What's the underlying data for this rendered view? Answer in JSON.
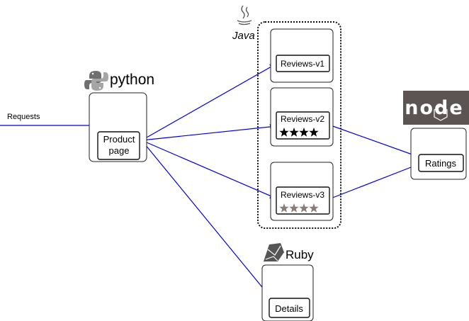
{
  "labels": {
    "requests": "Requests",
    "product_page_line1": "Product",
    "product_page_line2": "page",
    "reviews_v1": "Reviews-v1",
    "reviews_v2": "Reviews-v2",
    "reviews_v3": "Reviews-v3",
    "ratings": "Ratings",
    "details": "Details"
  },
  "logos": {
    "python": "python",
    "java": "Java",
    "ruby": "Ruby",
    "node": "node"
  },
  "stars": {
    "reviews_v2": {
      "count": 4,
      "color": "#000000"
    },
    "reviews_v3": {
      "count": 4,
      "color": "#8a7c78"
    }
  },
  "colors": {
    "arrow": "#0000dd",
    "box_border": "#222222",
    "java_group_border": "#111111",
    "node_logo_bg": "#5c5452"
  }
}
